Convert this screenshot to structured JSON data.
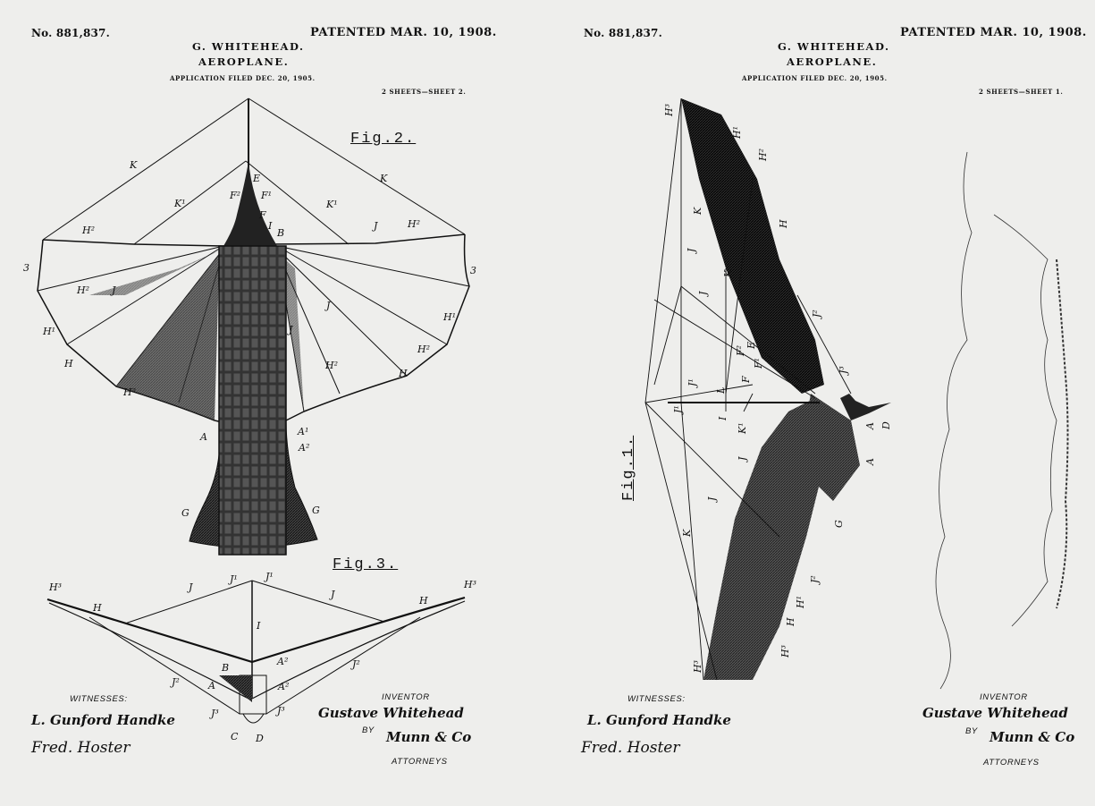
{
  "sheets": [
    {
      "patent_number": "No. 881,837.",
      "patented": "PATENTED MAR. 10, 1908.",
      "inventor_name": "G. WHITEHEAD.",
      "title": "AEROPLANE.",
      "application": "APPLICATION FILED DEC. 20, 1905.",
      "sheet_info": "2 SHEETS—SHEET 2.",
      "figures": [
        "Fig.2.",
        "Fig.3."
      ],
      "witnesses_label": "WITNESSES:",
      "witness_1": "L. Gunford Handke",
      "witness_2": "Fred. Hoster",
      "inventor_label": "INVENTOR",
      "inventor_signature": "Gustave Whitehead",
      "by_label": "BY",
      "attorney_signature": "Munn & Co",
      "attorneys_label": "ATTORNEYS",
      "fig2_labels": [
        "K",
        "K",
        "K1",
        "K1",
        "E",
        "F2",
        "F1",
        "F",
        "I",
        "B",
        "J",
        "H2",
        "H2",
        "3",
        "3",
        "H2",
        "J",
        "J",
        "H1",
        "H1",
        "H",
        "H",
        "H2",
        "H2",
        "J",
        "A",
        "A1",
        "A2",
        "G",
        "G"
      ],
      "fig3_labels": [
        "H3",
        "H3",
        "J",
        "J1",
        "J1",
        "J",
        "H",
        "H",
        "I",
        "B",
        "A",
        "A2",
        "A2",
        "J2",
        "J2",
        "J3",
        "J3",
        "C",
        "D"
      ]
    },
    {
      "patent_number": "No. 881,837.",
      "patented": "PATENTED MAR. 10, 1908.",
      "inventor_name": "G. WHITEHEAD.",
      "title": "AEROPLANE.",
      "application": "APPLICATION FILED DEC. 20, 1905.",
      "sheet_info": "2 SHEETS—SHEET 1.",
      "figures": [
        "Fig.1."
      ],
      "witnesses_label": "WITNESSES:",
      "witness_1": "L. Gunford Handke",
      "witness_2": "Fred. Hoster",
      "inventor_label": "INVENTOR",
      "inventor_signature": "Gustave Whitehead",
      "by_label": "BY",
      "attorney_signature": "Munn & Co",
      "attorneys_label": "ATTORNEYS",
      "fig1_labels": [
        "H3",
        "H1",
        "H2",
        "H",
        "K",
        "J",
        "K",
        "J",
        "J2",
        "E",
        "F2",
        "F1",
        "J3",
        "J1",
        "L",
        "F",
        "J1",
        "I",
        "K1",
        "J",
        "D",
        "A",
        "J",
        "G",
        "K",
        "J2",
        "H1",
        "H",
        "H3",
        "H3"
      ]
    }
  ],
  "colors": {
    "paper": "#eeeeec",
    "ink": "#111111"
  }
}
